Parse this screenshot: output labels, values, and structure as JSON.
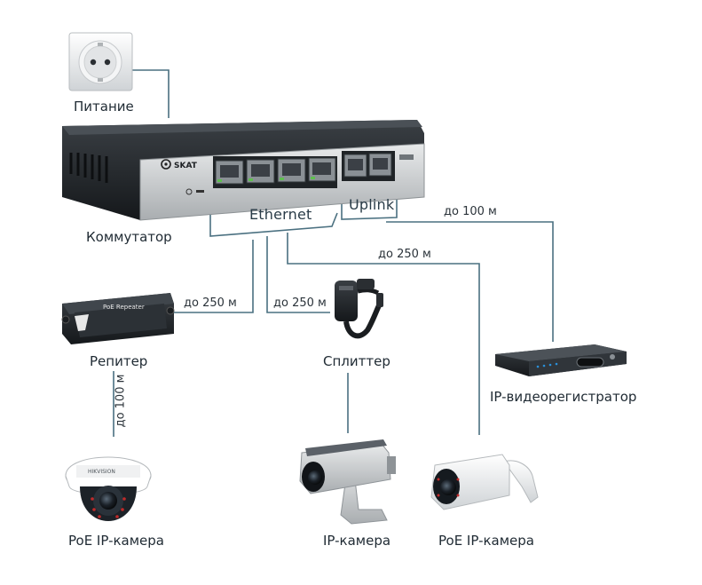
{
  "brand": "SKAT",
  "devices": {
    "power": "Питание",
    "switch": "Коммутатор",
    "repeater": "Репитер",
    "splitter": "Сплиттер",
    "nvr": "IP-видеорегистратор",
    "cam_dome": "PoE IP-камера",
    "cam_ip": "IP-камера",
    "cam_poe": "PoE IP-камера"
  },
  "interfaces": {
    "ethernet": "Ethernet",
    "uplink": "Uplink"
  },
  "distances": {
    "to_repeater": "до 250 м",
    "to_splitter": "до 250 м",
    "to_poe_camera": "до 250 м",
    "to_nvr": "до 100 м",
    "repeater_to_camera": "до 100 м"
  },
  "device_text": {
    "repeater_badge": "PoE Repeater",
    "cam_brand": "HIKVISION"
  },
  "colors": {
    "line": "#4a7080",
    "text": "#1f2a33",
    "device_dark": "#24282c",
    "device_silver": "#c9ccce",
    "port_green": "#5fbf4f"
  }
}
